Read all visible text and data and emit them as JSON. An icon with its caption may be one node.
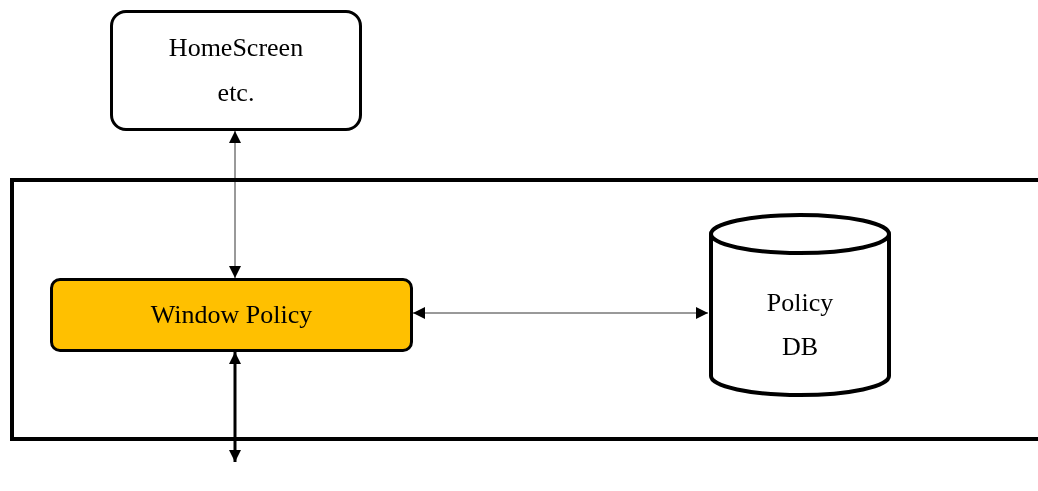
{
  "diagram": {
    "nodes": [
      {
        "text": [
          "HomeScreen etc."
        ]
      },
      {
        "text": [],
        "shape": "box"
      },
      {
        "text": [
          "Window Policy"
        ],
        "in": 1
      },
      {
        "text": [
          "Policy DB"
        ],
        "in": 1
      }
    ],
    "edges": [
      {
        "from": 0,
        "to": 2,
        "arrow": "both"
      },
      {
        "from": 2,
        "to": 3,
        "arrow": "both"
      },
      {
        "from": 2,
        "to": null,
        "arrow": "both",
        "style": "thick"
      }
    ]
  }
}
